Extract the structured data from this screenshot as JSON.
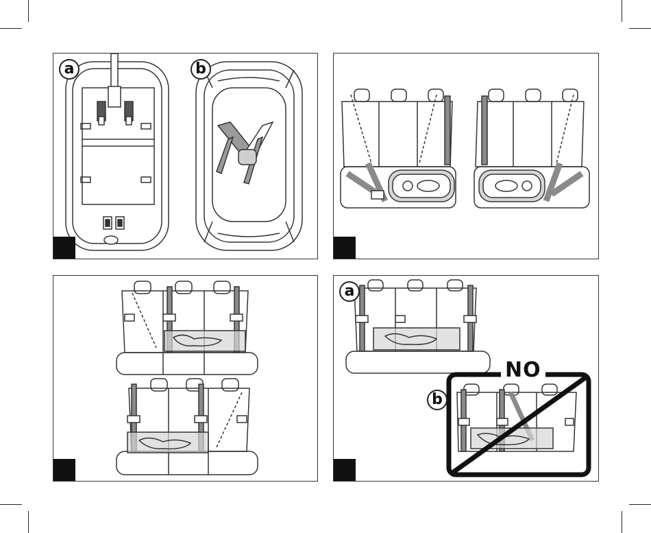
{
  "panels": {
    "p1": {
      "callout_a": "a",
      "callout_b": "b"
    },
    "p4": {
      "callout_a": "a",
      "callout_b": "b",
      "no_label": "NO"
    }
  },
  "colors": {
    "line": "#333333",
    "belt": "#8a8a8a",
    "tray": "#d6d6d6",
    "bg": "#ffffff",
    "corner": "#111111"
  }
}
